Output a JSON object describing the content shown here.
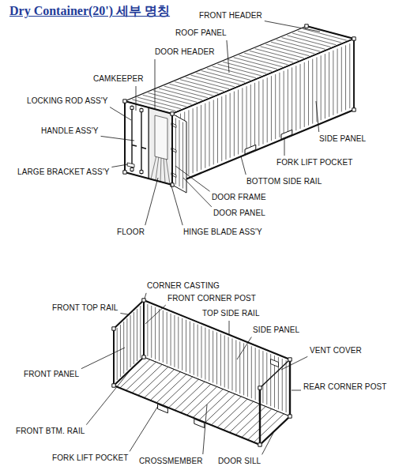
{
  "diagram": {
    "title": "Dry Container(20') 세부 명칭",
    "labels": [
      "FRONT HEADER",
      "ROOF PANEL",
      "DOOR HEADER",
      "CAMKEEPER",
      "LOCKING ROD ASS'Y",
      "HANDLE ASS'Y",
      "SIDE PANEL",
      "FORK LIFT POCKET",
      "LARGE BRACKET ASS'Y",
      "BOTTOM SIDE RAIL",
      "DOOR FRAME",
      "DOOR PANEL",
      "FLOOR",
      "HINGE BLADE ASS'Y",
      "CORNER CASTING",
      "FRONT TOP RAIL",
      "FRONT CORNER POST",
      "TOP SIDE RAIL",
      "SIDE PANEL",
      "VENT COVER",
      "FRONT PANEL",
      "REAR CORNER POST",
      "FRONT BTM. RAIL",
      "FORK LIFT POCKET",
      "CROSSMEMBER",
      "DOOR SILL"
    ]
  }
}
